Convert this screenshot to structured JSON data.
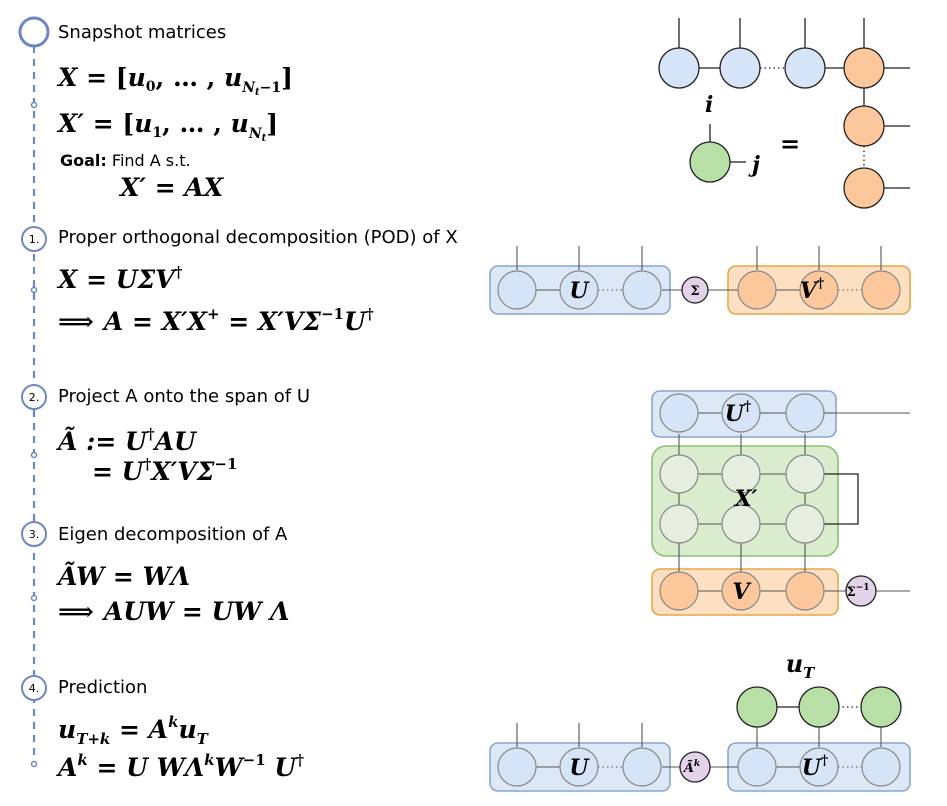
{
  "timeline": {
    "snapshot": {
      "title": "Snapshot matrices",
      "eq1_lhs": "X",
      "eq1_mid": " = [",
      "eq1_u": "u",
      "eq1_sub0": "0",
      "eq1_dots": ", … , ",
      "eq1_u2": "u",
      "eq1_subN": "N",
      "eq1_subt": "t",
      "eq1_subm": "−1",
      "eq1_close": "]",
      "eq2_lhs": "X′",
      "eq2_mid": " = [",
      "eq2_u": "u",
      "eq2_sub1": "1",
      "eq2_dots": ", … , ",
      "eq2_u2": "u",
      "eq2_subN": "N",
      "eq2_subt": "t",
      "eq2_close": "]",
      "goal_label": "Goal:",
      "goal_text": " Find A s.t.",
      "goal_eq": "X′ = AX"
    },
    "steps": [
      {
        "num": "1.",
        "title": "Proper orthogonal decomposition (POD) of X"
      },
      {
        "num": "2.",
        "title": "Project A onto the span of U"
      },
      {
        "num": "3.",
        "title": "Eigen decomposition of A"
      },
      {
        "num": "4.",
        "title": "Prediction"
      }
    ],
    "pod": {
      "eq1": "X = UΣV",
      "eq1_sup": "†",
      "eq2_arrow": "⟹",
      "eq2": "A = X′X",
      "eq2_sup1": "+",
      "eq2_b": " = X′VΣ",
      "eq2_sup2": "−1",
      "eq2_c": "U",
      "eq2_sup3": "†"
    },
    "project": {
      "eq1": "Ã := U",
      "eq1_sup": "†",
      "eq1_b": "AU",
      "eq2": "= U",
      "eq2_sup": "†",
      "eq2_b": "X′VΣ",
      "eq2_sup2": "−1"
    },
    "eigen": {
      "eq1": "ÃW = WΛ",
      "eq2_arrow": "⟹",
      "eq2": "AUW = UW Λ"
    },
    "predict": {
      "eq1_u": "u",
      "eq1_sub": "T+k",
      "eq1_b": " = A",
      "eq1_sup": "k",
      "eq1_u2": "u",
      "eq1_sub2": "T",
      "eq2_a": "A",
      "eq2_sup": "k",
      "eq2_b": " = U WΛ",
      "eq2_sup2": "k",
      "eq2_c": "W",
      "eq2_sup3": "−1",
      "eq2_d": " U",
      "eq2_sup4": "†"
    }
  },
  "diagrams": {
    "mps_index_i": "i",
    "mps_index_j": "j",
    "mps_equals": "=",
    "pod_U": "U",
    "pod_Sigma": "Σ",
    "pod_V": "V",
    "pod_V_sup": "†",
    "proj_U": "U",
    "proj_U_sup": "†",
    "proj_X": "X′",
    "proj_V": "V",
    "proj_Sigma": "Σ",
    "proj_Sigma_sup": "−1",
    "pred_uT": "u",
    "pred_uT_sub": "T",
    "pred_U": "U",
    "pred_A": "Ã",
    "pred_A_sup": "k",
    "pred_Ud": "U",
    "pred_Ud_sup": "†"
  },
  "colors": {
    "timeline": "#6f86c4",
    "blue_node": "#d6e4f7",
    "blue_box": "#dde8f7",
    "blue_stroke": "#8aa6cf",
    "orange_node": "#fcc79b",
    "orange_box": "#fde0c2",
    "orange_stroke": "#e5a64a",
    "green_node": "#b8e0a6",
    "green_box": "#d9ecce",
    "green_stroke": "#8cbf72",
    "purple_node": "#e3d3e8",
    "gray_node": "#e6eee0"
  }
}
